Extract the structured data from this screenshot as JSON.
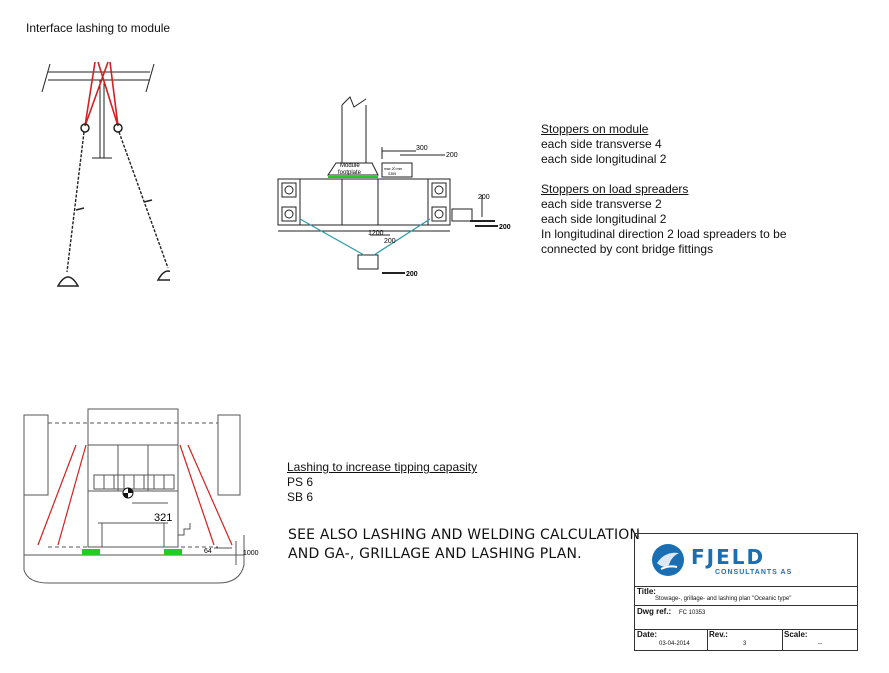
{
  "lashing_view": {
    "title": "Interface lashing to module"
  },
  "footplate_view": {
    "footplate_label_1": "Module",
    "footplate_label_2": "footplate",
    "plate_label_1": "max 20 mm",
    "plate_label_2": "S355",
    "dim_300": "300",
    "dim_200_top": "200",
    "dim_200_right_a": "200",
    "dim_200_right_b": "200",
    "dim_1200": "1200",
    "dim_200_mid": "200",
    "dim_200_bottom": "200"
  },
  "stoppers_module": {
    "heading": "Stoppers on module",
    "lines": [
      "each side transverse 4",
      "each side longitudinal 2"
    ]
  },
  "stoppers_spreaders": {
    "heading": "Stoppers on load spreaders",
    "lines": [
      "each side transverse 2",
      "each side longitudinal 2",
      "In longitudinal direction 2 load spreaders to be",
      "connected by cont bridge fittings"
    ]
  },
  "section_view": {
    "dim_321": "321",
    "dim_64": "64",
    "dim_1000": "1000"
  },
  "lashing_tipping": {
    "heading": "Lashing to increase tipping capasity",
    "lines": [
      "PS 6",
      "SB 6"
    ]
  },
  "see_also": {
    "lines": [
      "SEE ALSO LASHING AND WELDING CALCULATION",
      "AND GA-, GRILLAGE AND LASHING PLAN."
    ]
  },
  "title_block": {
    "logo_name": "FJELD",
    "logo_sub": "CONSULTANTS AS",
    "title_label": "Title:",
    "title_value": "Stowage-, grillage- and lashing plan \"Oceanic type\"",
    "dwg_label": "Dwg ref.:",
    "dwg_value": "FC 10353",
    "date_label": "Date:",
    "date_value": "03-04-2014",
    "rev_label": "Rev.:",
    "rev_value": "3",
    "scale_label": "Scale:",
    "scale_value": "--"
  },
  "colors": {
    "lashing_red": "#d42020",
    "logo_blue": "#1a6fb3",
    "teal_line": "#2a9aaa",
    "green": "#22cc22"
  }
}
